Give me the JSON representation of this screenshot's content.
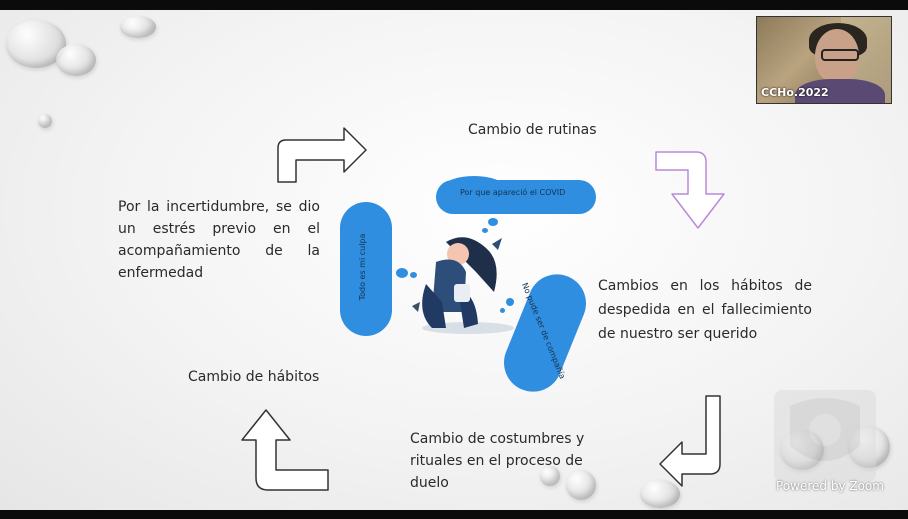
{
  "slide": {
    "text_top": "Cambio de rutinas",
    "text_left": "Por la incertidumbre, se dio un estrés previo en el acompañamiento de la enfermedad",
    "text_right": "Cambios en los hábitos de despedida en el fallecimiento de nuestro ser querido",
    "text_bottom_left": "Cambio de hábitos",
    "text_bottom_center": "Cambio de costumbres y rituales en el proceso de duelo"
  },
  "illustration": {
    "cloud_top": "Por que apareció el COVID",
    "cloud_left": "Todo es mi culpa",
    "cloud_right": "No pude ser de compañía"
  },
  "video": {
    "participant_label": "CCHo.2022"
  },
  "watermark": {
    "powered_text": "Powered by Zoom"
  },
  "colors": {
    "cloud": "#2f8ee0",
    "arrow_purple": "#b98ad8",
    "text": "#2a2a2a"
  }
}
